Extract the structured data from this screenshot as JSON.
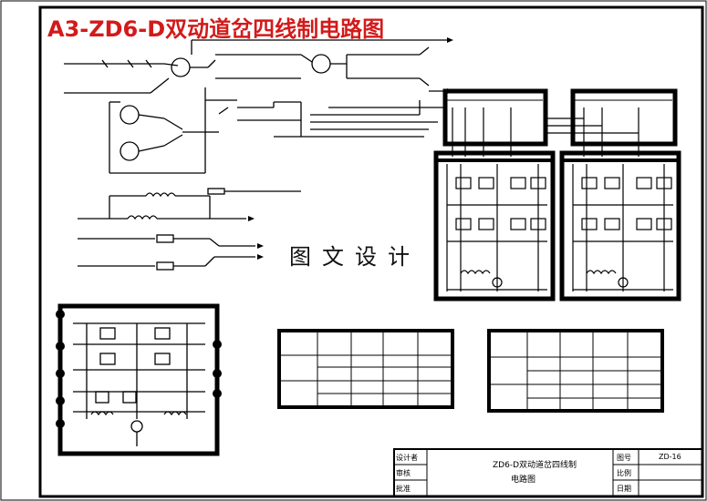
{
  "title": "A3-ZD6-D双动道岔四线制电路图",
  "watermark": "图文设计",
  "title_block": {
    "drawing_name_line1": "ZD6-D双动道岔四线制",
    "drawing_name_line2": "电路图",
    "left_labels": [
      "设计者",
      "审核",
      "批准"
    ],
    "right_labels": [
      "图号",
      "比例",
      "日期"
    ],
    "sheet_no": "ZD-16"
  },
  "colors": {
    "title": "#d31a1a",
    "line": "#000000",
    "paper": "#ffffff"
  }
}
